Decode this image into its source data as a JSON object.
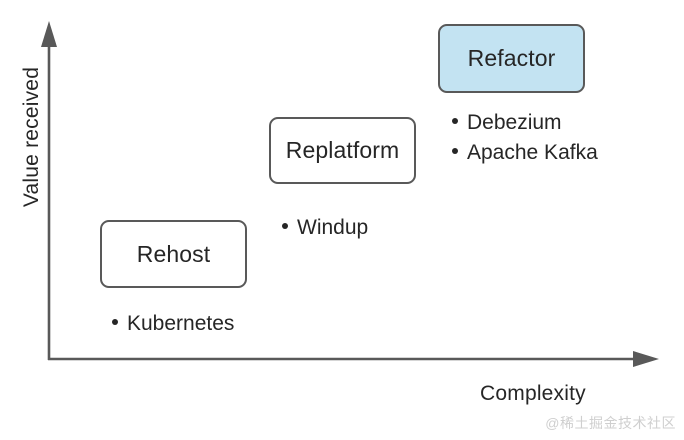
{
  "diagram": {
    "axes": {
      "y_label": "Value received",
      "x_label": "Complexity",
      "axis_color": "#595959"
    },
    "stages": [
      {
        "id": "rehost",
        "label": "Rehost",
        "fill": "#ffffff",
        "border": "#595959",
        "bullets": [
          "Kubernetes"
        ]
      },
      {
        "id": "replatform",
        "label": "Replatform",
        "fill": "#ffffff",
        "border": "#595959",
        "bullets": [
          "Windup"
        ]
      },
      {
        "id": "refactor",
        "label": "Refactor",
        "fill": "#c3e3f2",
        "border": "#595959",
        "bullets": [
          "Debezium",
          "Apache Kafka"
        ]
      }
    ],
    "watermark": "@稀土掘金技术社区"
  }
}
